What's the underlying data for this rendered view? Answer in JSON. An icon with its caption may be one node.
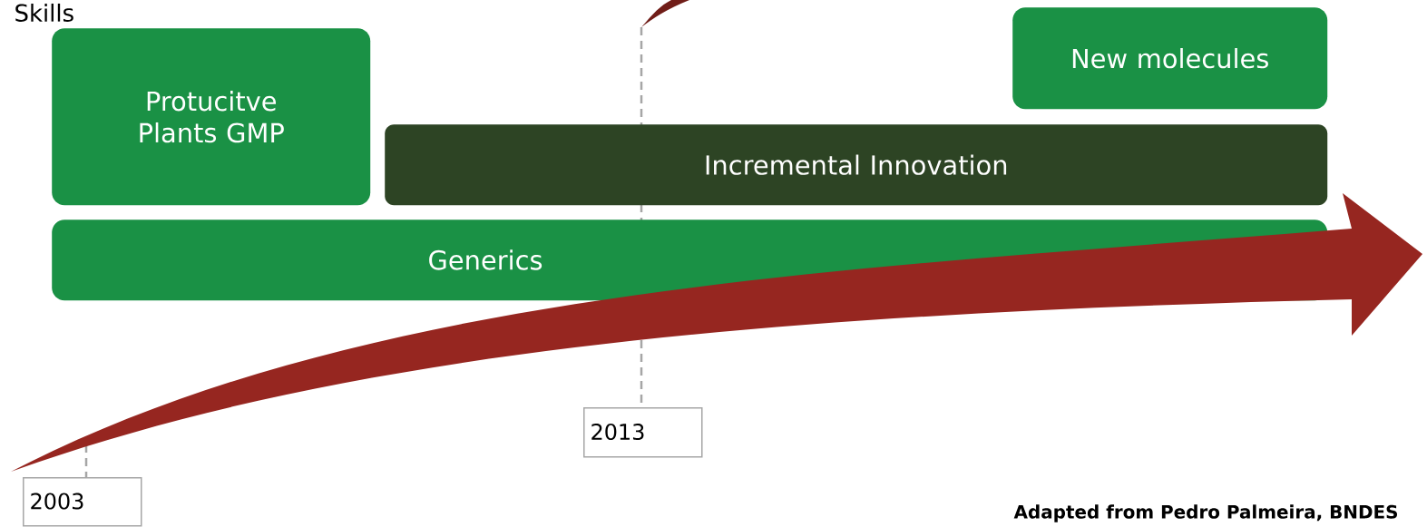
{
  "diagram": {
    "nodes": [
      {
        "text": [
          "Protucitve Plants GMP"
        ]
      },
      {
        "text": [
          "New molecules"
        ]
      },
      {
        "text": [
          "Incremental Innovation"
        ]
      },
      {
        "text": [
          "Generics"
        ]
      },
      {
        "text": [
          "2013"
        ]
      },
      {
        "text": [
          "2003"
        ]
      }
    ],
    "labels": [
      "Skills",
      "Adapted from Pedro Palmeira, BNDES"
    ]
  }
}
